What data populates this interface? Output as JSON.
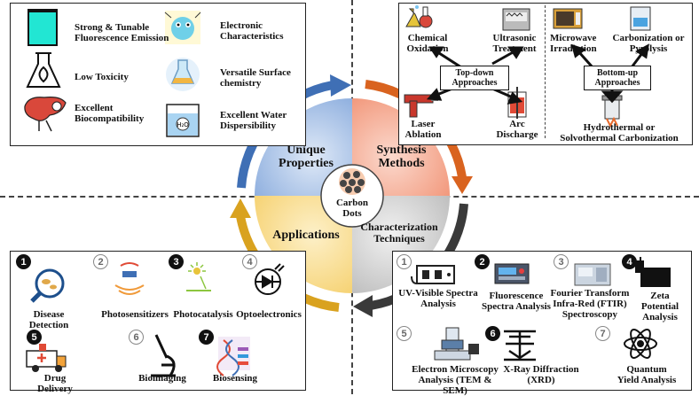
{
  "center": {
    "line1": "Carbon",
    "line2": "Dots"
  },
  "quadrants": {
    "unique": {
      "line1": "Unique",
      "line2": "Properties"
    },
    "synthesis": {
      "line1": "Synthesis",
      "line2": "Methods"
    },
    "applications": {
      "line1": "Applications"
    },
    "characterization": {
      "line1": "Characterization",
      "line2": "Techniques"
    }
  },
  "properties": [
    {
      "line1": "Strong & Tunable",
      "line2": "Fluorescence Emission",
      "icon": "fluorescence-vial-icon"
    },
    {
      "line1": "Electronic",
      "line2": "Characteristics",
      "icon": "electron-cartoon-icon"
    },
    {
      "line1": "Low Toxicity",
      "icon": "flask-leaf-icon"
    },
    {
      "line1": "Versatile Surface",
      "line2": "chemistry",
      "icon": "flask-icon"
    },
    {
      "line1": "Excellent",
      "line2": "Biocompatibility",
      "icon": "liver-icon"
    },
    {
      "line1": "Excellent Water",
      "line2": "Dispersibility",
      "icon": "water-beaker-icon"
    }
  ],
  "synthesis": {
    "top_down": {
      "line1": "Top-down",
      "line2": "Approaches"
    },
    "bottom_up": {
      "line1": "Bottom-up",
      "line2": "Approaches"
    },
    "methods": [
      {
        "line1": "Chemical",
        "line2": "Oxidation"
      },
      {
        "line1": "Ultrasonic",
        "line2": "Treatment"
      },
      {
        "line1": "Laser",
        "line2": "Ablation"
      },
      {
        "line1": "Arc",
        "line2": "Discharge"
      },
      {
        "line1": "Microwave",
        "line2": "Irradiation"
      },
      {
        "line1": "Carbonization or",
        "line2": "Pyrolysis"
      },
      {
        "line1": "Hydrothermal or",
        "line2": "Solvothermal Carbonization"
      }
    ]
  },
  "applications": [
    {
      "num": "1",
      "line1": "Disease",
      "line2": "Detection",
      "filled": true
    },
    {
      "num": "2",
      "line1": "Photosensitizers",
      "filled": false
    },
    {
      "num": "3",
      "line1": "Photocatalysis",
      "filled": true
    },
    {
      "num": "4",
      "line1": "Optoelectronics",
      "filled": false
    },
    {
      "num": "5",
      "line1": "Drug",
      "line2": "Delivery",
      "filled": true
    },
    {
      "num": "6",
      "line1": "Bioimaging",
      "filled": false
    },
    {
      "num": "7",
      "line1": "Biosensing",
      "filled": true
    }
  ],
  "characterization": [
    {
      "num": "1",
      "line1": "UV-Visible Spectra",
      "line2": "Analysis",
      "filled": false
    },
    {
      "num": "2",
      "line1": "Fluorescence",
      "line2": "Spectra Analysis",
      "filled": true
    },
    {
      "num": "3",
      "line1": "Fourier Transform",
      "line2": "Infra-Red (FTIR)",
      "line3": "Spectroscopy",
      "filled": false
    },
    {
      "num": "4",
      "line1": "Zeta",
      "line2": "Potential",
      "line3": "Analysis",
      "filled": true
    },
    {
      "num": "5",
      "line1": "Electron Microscopy",
      "line2": "Analysis (TEM & SEM)",
      "filled": false
    },
    {
      "num": "6",
      "line1": "X-Ray Diffraction",
      "line2": "(XRD)",
      "filled": true
    },
    {
      "num": "7",
      "line1": "Quantum",
      "line2": "Yield Analysis",
      "filled": false
    }
  ],
  "colors": {
    "unique": "#9ab7e0",
    "synthesis": "#f4a38a",
    "applications": "#f7d77f",
    "characterization": "#c9c9c9",
    "arrow_blue": "#3f6fb5",
    "arrow_orange": "#d9631f",
    "arrow_gold": "#d9a21f",
    "arrow_dark": "#3a3a3a"
  }
}
